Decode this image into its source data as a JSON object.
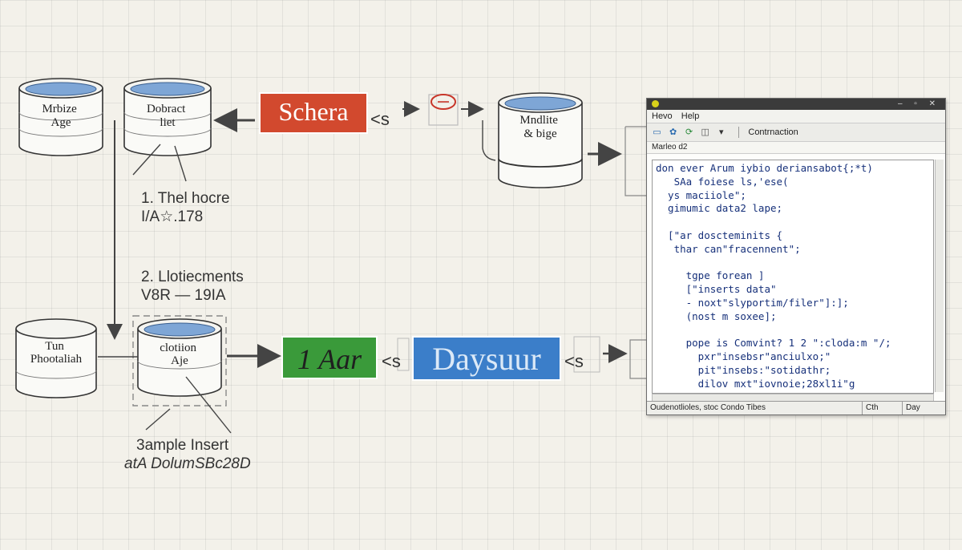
{
  "cylinders": {
    "c1": "Mrbize\nAge",
    "c2": "Dobract\nliet",
    "c3": "Mndlite\n& bige",
    "c4": "Tun\nPhootaliah",
    "c5": "clotiion\nAje"
  },
  "notes": {
    "n1_line1": "1. Thel hocre",
    "n1_line2": "I/A☆.178",
    "n2_line1": "2. Llotiecments",
    "n2_line2": "V8R — 19IA",
    "n3_line1": "3ample Insert",
    "n3_line2": "atA DolumSBc28D"
  },
  "boxes": {
    "schema": {
      "label": "Schera",
      "color": "#d2492e"
    },
    "aar": {
      "label": "1 Aar",
      "color": "#3a9a3a"
    },
    "daysuur": {
      "label": "Daysuur",
      "color": "#3b7ec9"
    }
  },
  "glyphs": {
    "g1": "<s",
    "g2": "<s",
    "g3": "<s"
  },
  "window": {
    "menu": [
      "Hevo",
      "Help"
    ],
    "toolbar_label": "Contrnaction",
    "tab": "Marleo d2",
    "code_lines": [
      "don ever Arum iybio deriansabot{;*t)",
      "   SAa foiese ls,'ese(",
      "  ys maciiole\";",
      "  gimumic data2 lape;",
      "",
      "  [\"ar doscteminits {",
      "   thar can\"fracennent\";",
      "",
      "     tgpe forean ]",
      "     [\"inserts data\"",
      "     - noxt\"slyportim/filer\"]:];",
      "     (nost m soxee];",
      "",
      "     pope is Comvint? 1 2 \":cloda:m \"/;",
      "       pxr\"insebsr\"anciulxo;\"",
      "       pit\"insebs:\"sotidathr;",
      "       dilov mxt\"iovnoie;28xl1i\"g"
    ],
    "status_left": "Oudenotlioles, stoc Condo Tibes",
    "status_mid": "Cth",
    "status_right": "Day"
  }
}
